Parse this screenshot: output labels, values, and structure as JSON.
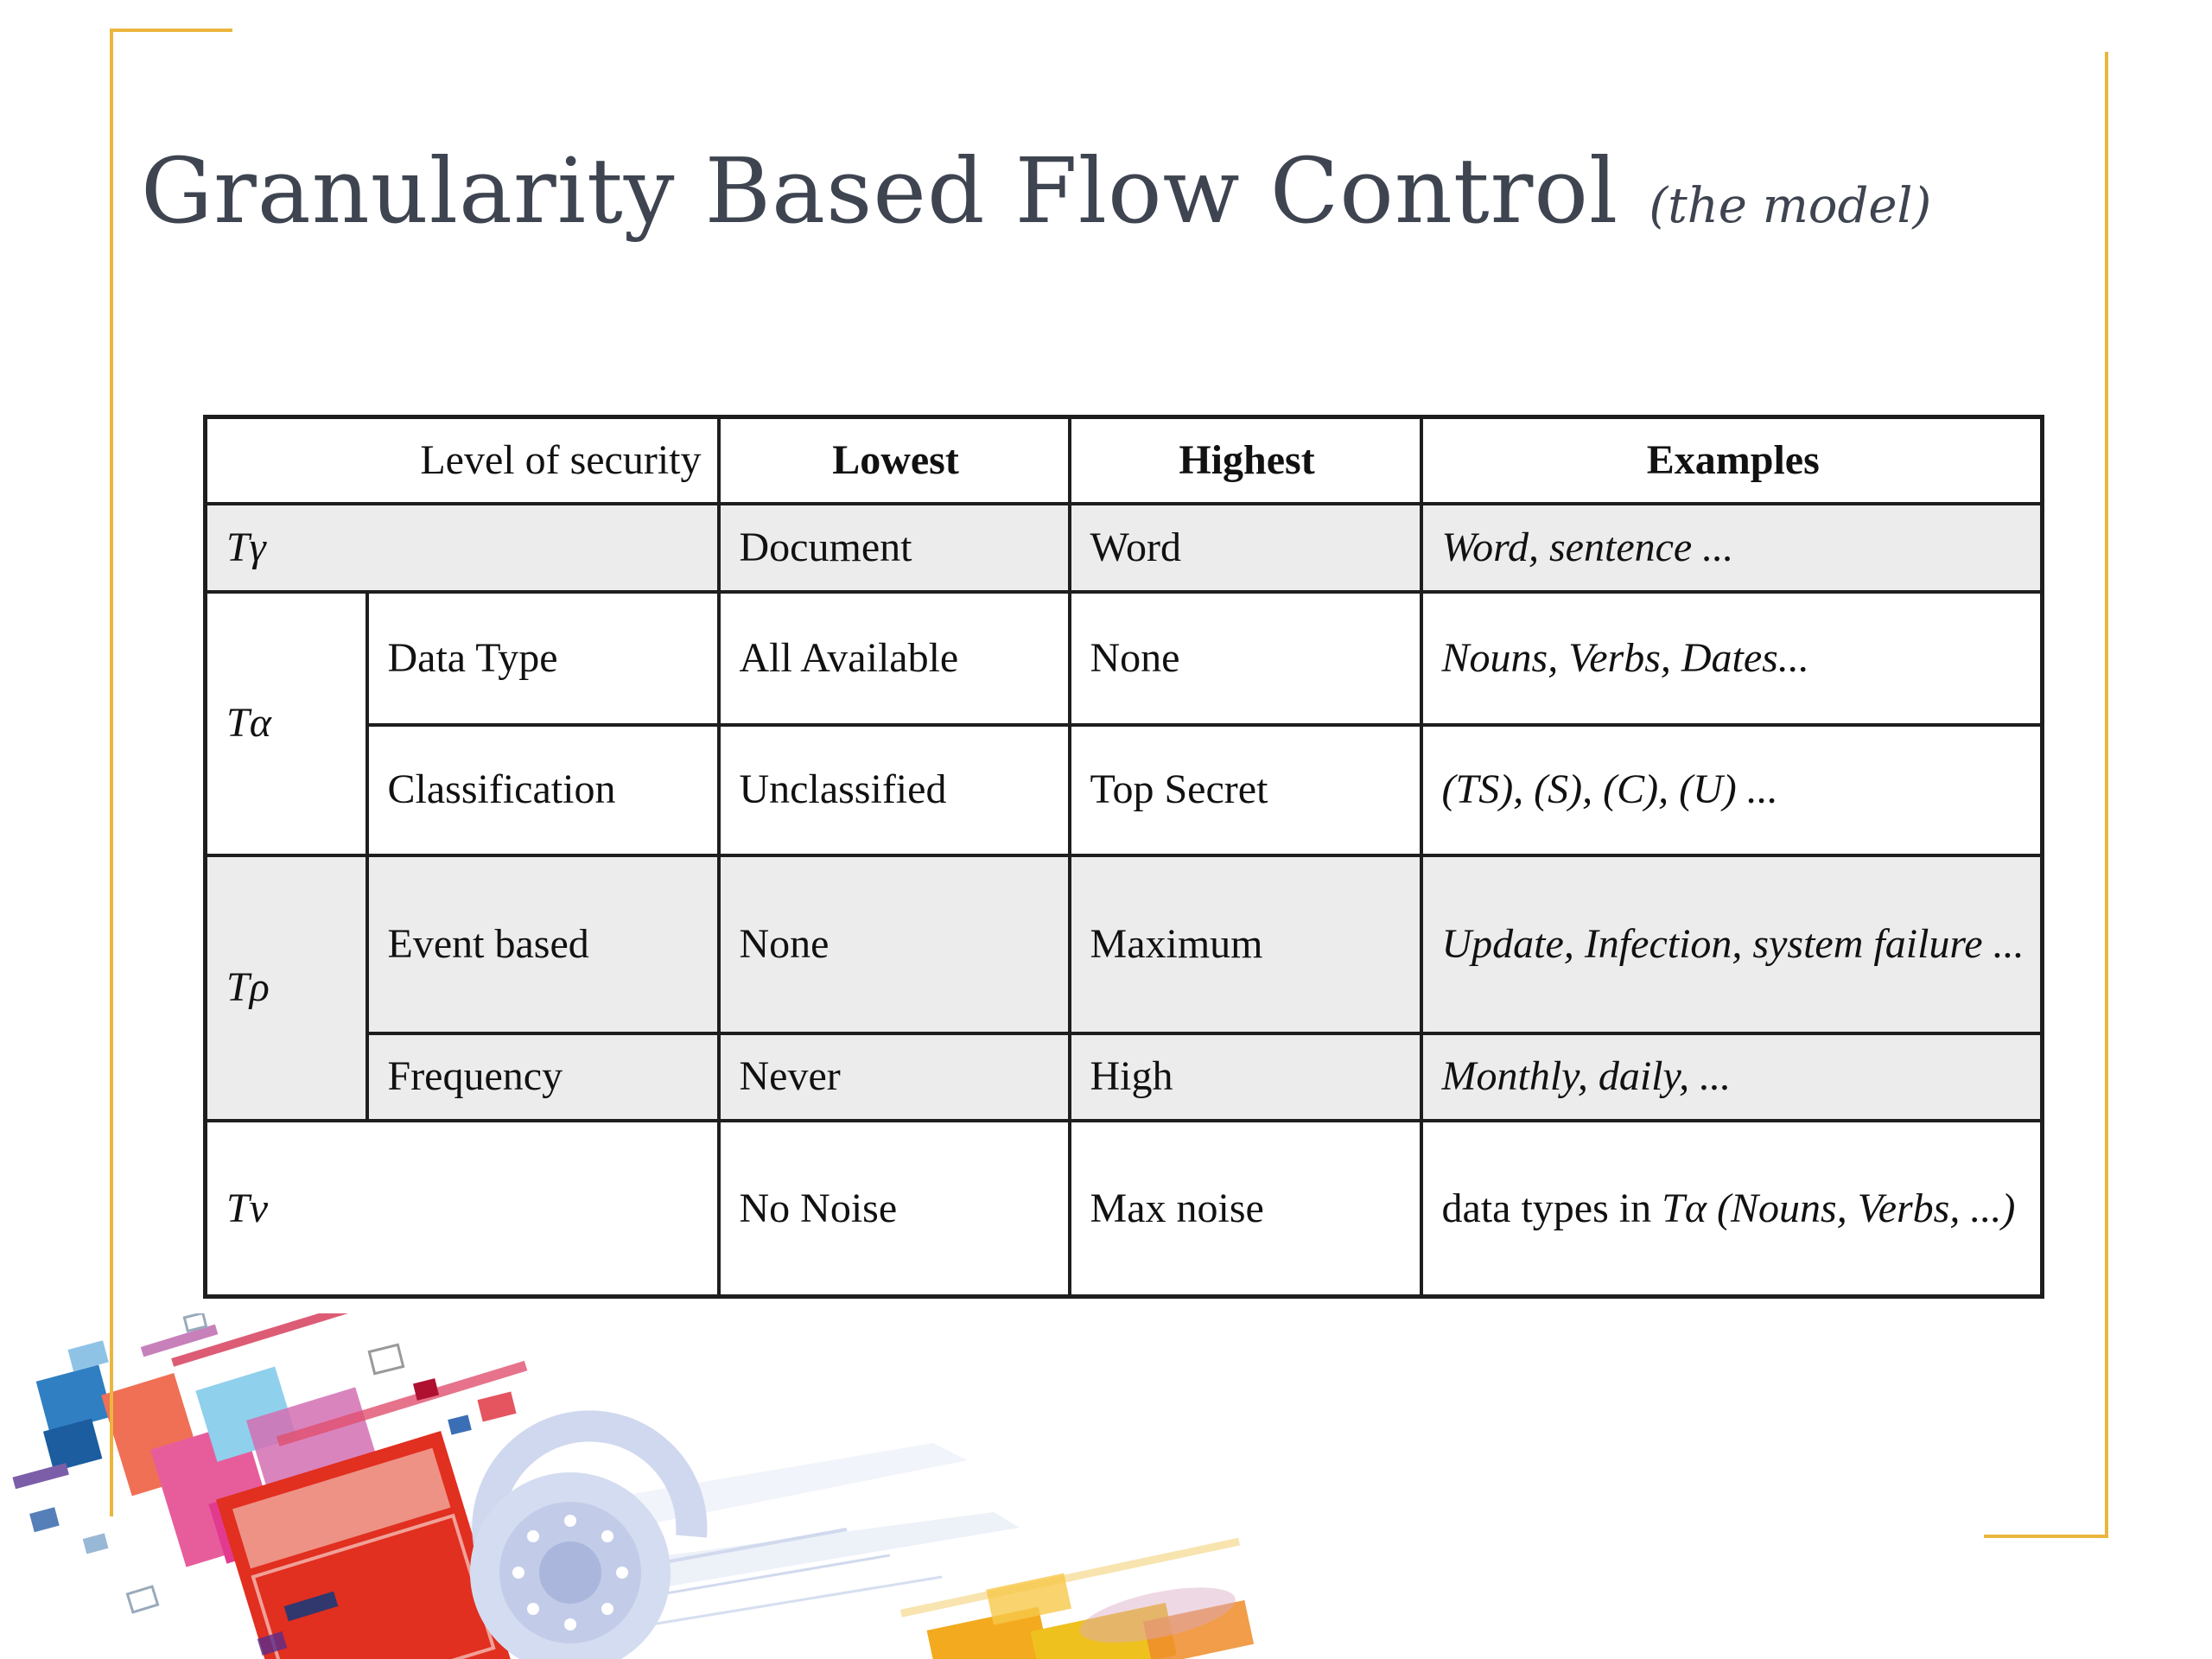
{
  "slide": {
    "title": "Granularity Based Flow Control",
    "subtitle": "(the model)"
  },
  "table": {
    "headers": {
      "col1": "Level of security",
      "lowest": "Lowest",
      "highest": "Highest",
      "examples": "Examples"
    },
    "rows": [
      {
        "label": "Tγ",
        "lowest": "Document",
        "highest": "Word",
        "examples": "Word, sentence ..."
      },
      {
        "label": "Tα",
        "sub": "Data Type",
        "lowest": "All Available",
        "highest": "None",
        "examples": "Nouns, Verbs, Dates..."
      },
      {
        "sub": "Classification",
        "lowest": "Unclassified",
        "highest": "Top Secret",
        "examples": "(TS), (S), (C), (U) ..."
      },
      {
        "label": "Tρ",
        "sub": "Event based",
        "lowest": "None",
        "highest": "Maximum",
        "examples": "Update, Infection, system failure ..."
      },
      {
        "sub": "Frequency",
        "lowest": "Never",
        "highest": "High",
        "examples": "Monthly, daily, ..."
      },
      {
        "label": "Tν",
        "lowest": "No Noise",
        "highest": "Max noise",
        "examples_prefix": "data types in ",
        "examples_italic": "Tα (Nouns, Verbs, ...)"
      }
    ]
  },
  "colors": {
    "frame_yellow": "#EAB63E",
    "title_text": "#3E4450",
    "table_border": "#1e1e1e",
    "row_shade": "#ECECEC",
    "deco_red": "#E12F20",
    "deco_blue": "#2F7FC2",
    "deco_pink": "#E75D9C",
    "deco_gold": "#F2A513",
    "deco_lock": "#CCD6EE"
  }
}
